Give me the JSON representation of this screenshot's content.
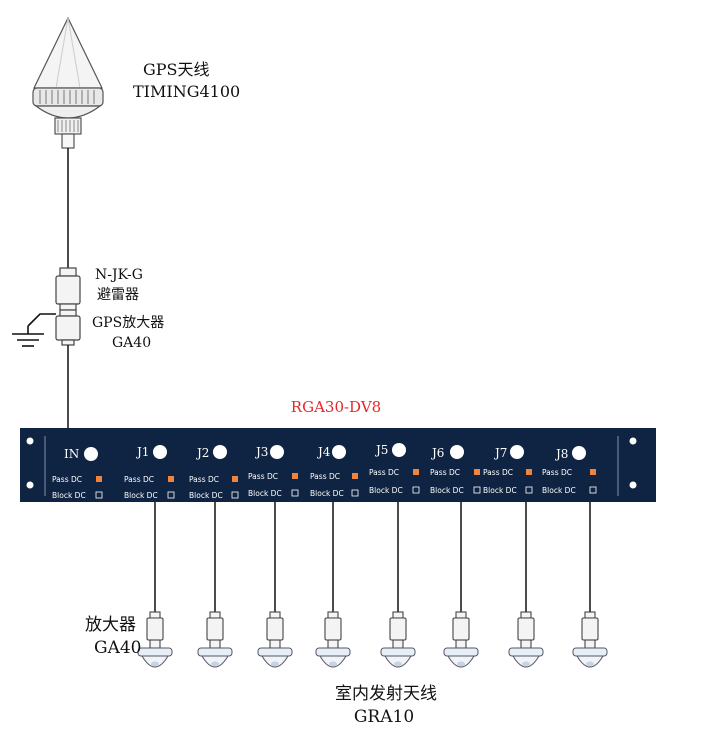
{
  "gps_antenna": {
    "title": "GPS天线",
    "model": "TIMING4100"
  },
  "arrester": {
    "title": "N-JK-G",
    "name": "避雷器"
  },
  "gps_amp": {
    "title": "GPS放大器",
    "model": "GA40"
  },
  "splitter": {
    "title": "RGA30-DV8",
    "title_color": "#e8262a",
    "panel_color": "#0f2342",
    "led_color": "#f0843a",
    "ports": [
      {
        "label": "IN",
        "pass": "",
        "block": ""
      },
      {
        "label": "J1",
        "pass": "Pass DC",
        "block": "Block DC"
      },
      {
        "label": "J2",
        "pass": "Pass DC",
        "block": "Block DC"
      },
      {
        "label": "J3",
        "pass": "Pass DC",
        "block": "Block DC"
      },
      {
        "label": "J4",
        "pass": "Pass DC",
        "block": "Block DC"
      },
      {
        "label": "J5",
        "pass": "Pass DC",
        "block": "Block DC"
      },
      {
        "label": "J6",
        "pass": "Pass DC",
        "block": "Block DC"
      },
      {
        "label": "J7",
        "pass": "Pass DC",
        "block": "Block DC"
      },
      {
        "label": "J8",
        "pass": "",
        "block": ""
      }
    ],
    "in_pass": "Pass DC",
    "in_block": "Block DC"
  },
  "amplifier": {
    "title": "放大器",
    "model": "GA40"
  },
  "indoor_antenna": {
    "title": "室内发射天线",
    "model": "GRA10"
  }
}
